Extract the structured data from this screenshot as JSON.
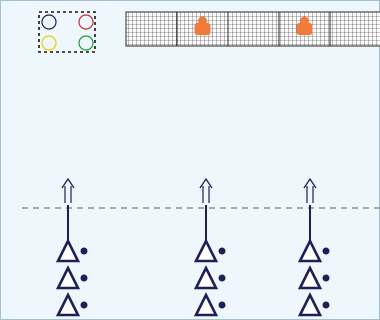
{
  "colors": {
    "background": "#eef7fb",
    "border": "#a3bfd0",
    "ink": "#1f1f55",
    "dashed_line": "#a9a9a9",
    "ring_navy": "#1f1f55",
    "ring_red": "#c9302c",
    "ring_yellow": "#e6d000",
    "ring_green": "#1e9a3a",
    "goal_net": "#2a2a2a",
    "goal_fill": "#fbfbfb",
    "keeper": "#f07b3a"
  },
  "legend": {
    "style": "dashed-box",
    "rings": [
      "ring_navy",
      "ring_red",
      "ring_yellow",
      "ring_green"
    ]
  },
  "goals": {
    "count": 5,
    "keepers_in_goals": [
      2,
      4
    ]
  },
  "drill": {
    "columns": 3,
    "cones_per_column": 3,
    "cone_shape": "triangle",
    "ball_beside_cone": true,
    "run_direction": "up",
    "arrow_style": "double-shaft",
    "halfway_line": "dashed"
  }
}
